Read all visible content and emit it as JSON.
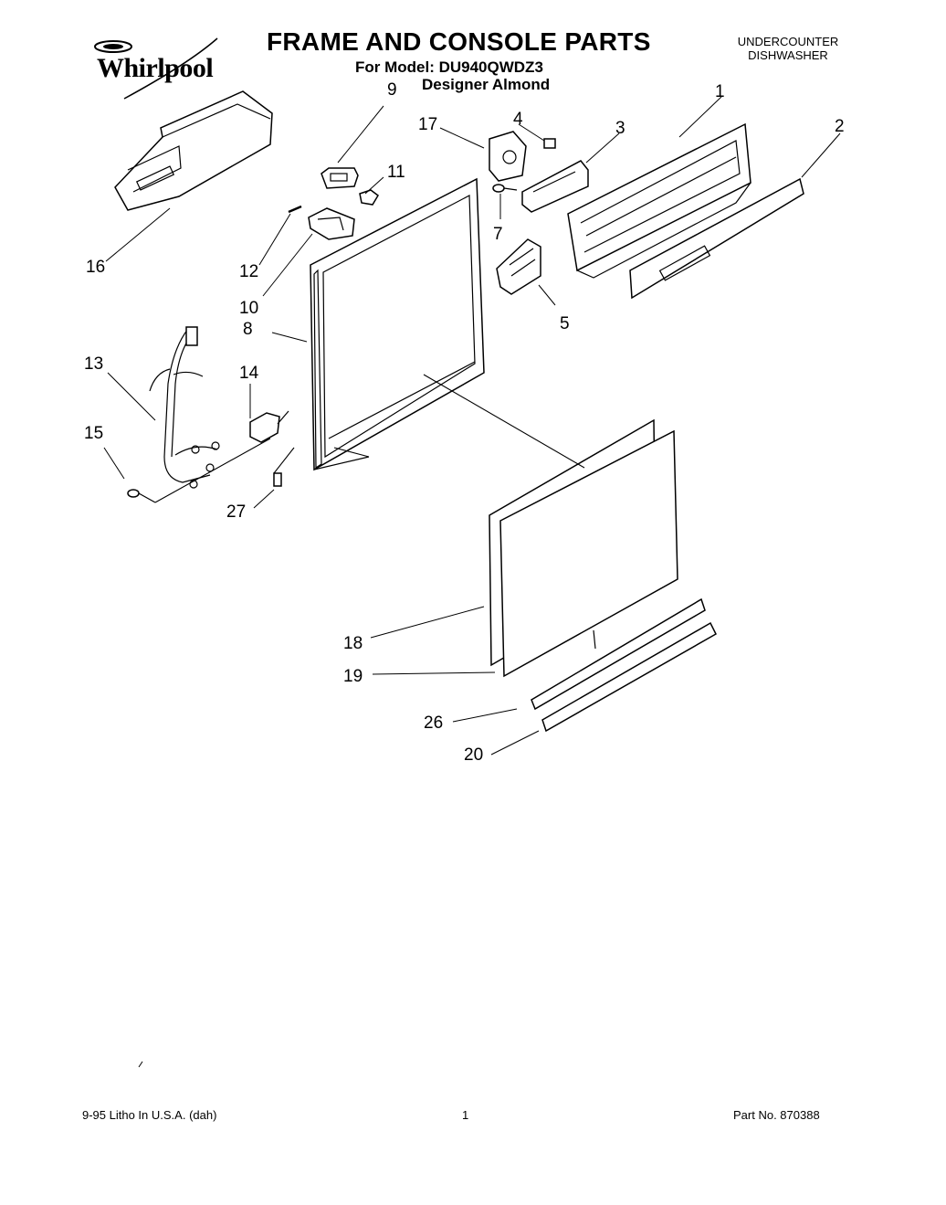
{
  "header": {
    "brand": "Whirlpool",
    "title": "FRAME AND CONSOLE PARTS",
    "model_line": "For Model: DU940QWDZ3",
    "color_line": "Designer Almond",
    "product_type": [
      "UNDERCOUNTER",
      "DISHWASHER"
    ]
  },
  "callouts": [
    "1",
    "2",
    "3",
    "4",
    "5",
    "7",
    "8",
    "9",
    "10",
    "11",
    "12",
    "13",
    "14",
    "15",
    "16",
    "17",
    "18",
    "19",
    "20",
    "26",
    "27"
  ],
  "footer": {
    "litho": "9-95 Litho In U.S.A. (dah)",
    "page": "1",
    "part_no": "Part No. 870388"
  }
}
